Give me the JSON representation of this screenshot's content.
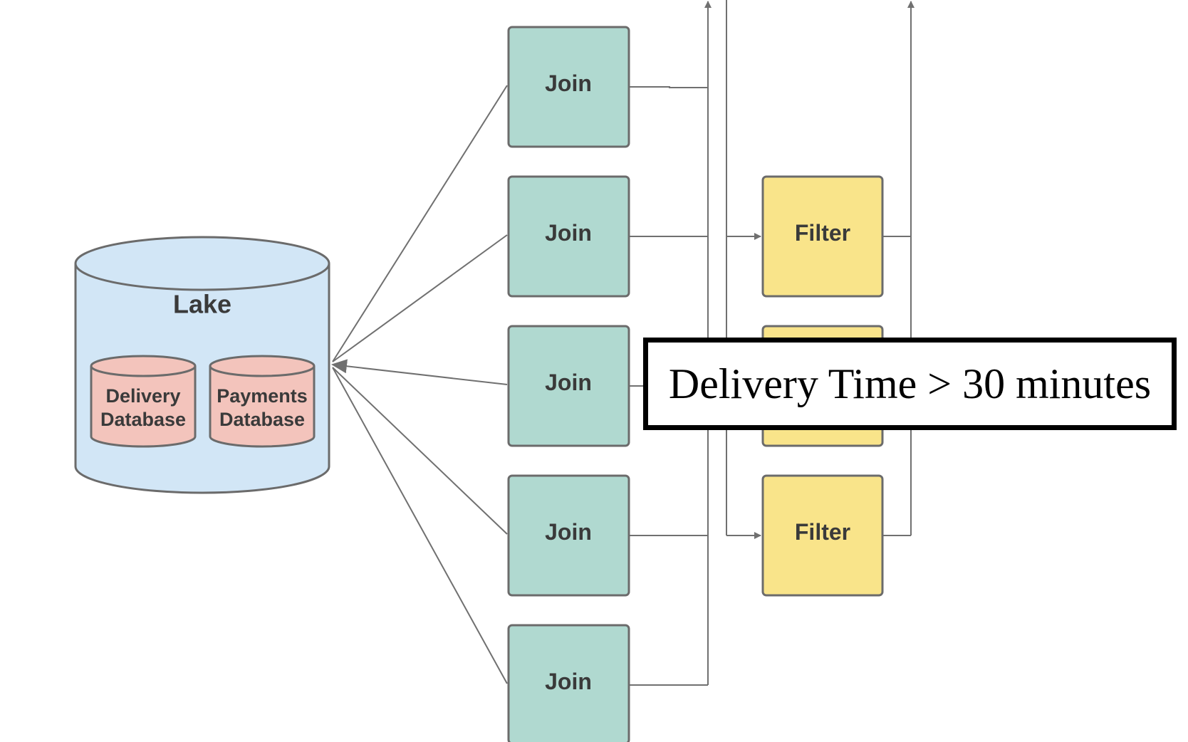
{
  "colors": {
    "lake_fill": "#d2e6f6",
    "database_fill": "#f3c4bc",
    "join_fill": "#b0d9d0",
    "filter_fill": "#f9e48a",
    "stroke": "#6b6b6b",
    "edge": "#707070"
  },
  "lake": {
    "label": "Lake",
    "databases": [
      {
        "label_line1": "Delivery",
        "label_line2": "Database"
      },
      {
        "label_line1": "Payments",
        "label_line2": "Database"
      }
    ]
  },
  "joins": [
    {
      "label": "Join"
    },
    {
      "label": "Join"
    },
    {
      "label": "Join"
    },
    {
      "label": "Join"
    },
    {
      "label": "Join"
    }
  ],
  "filters": [
    {
      "label": "Filter"
    },
    {
      "label": ""
    },
    {
      "label": "Filter"
    }
  ],
  "callout": {
    "text": "Delivery Time > 30 minutes"
  }
}
